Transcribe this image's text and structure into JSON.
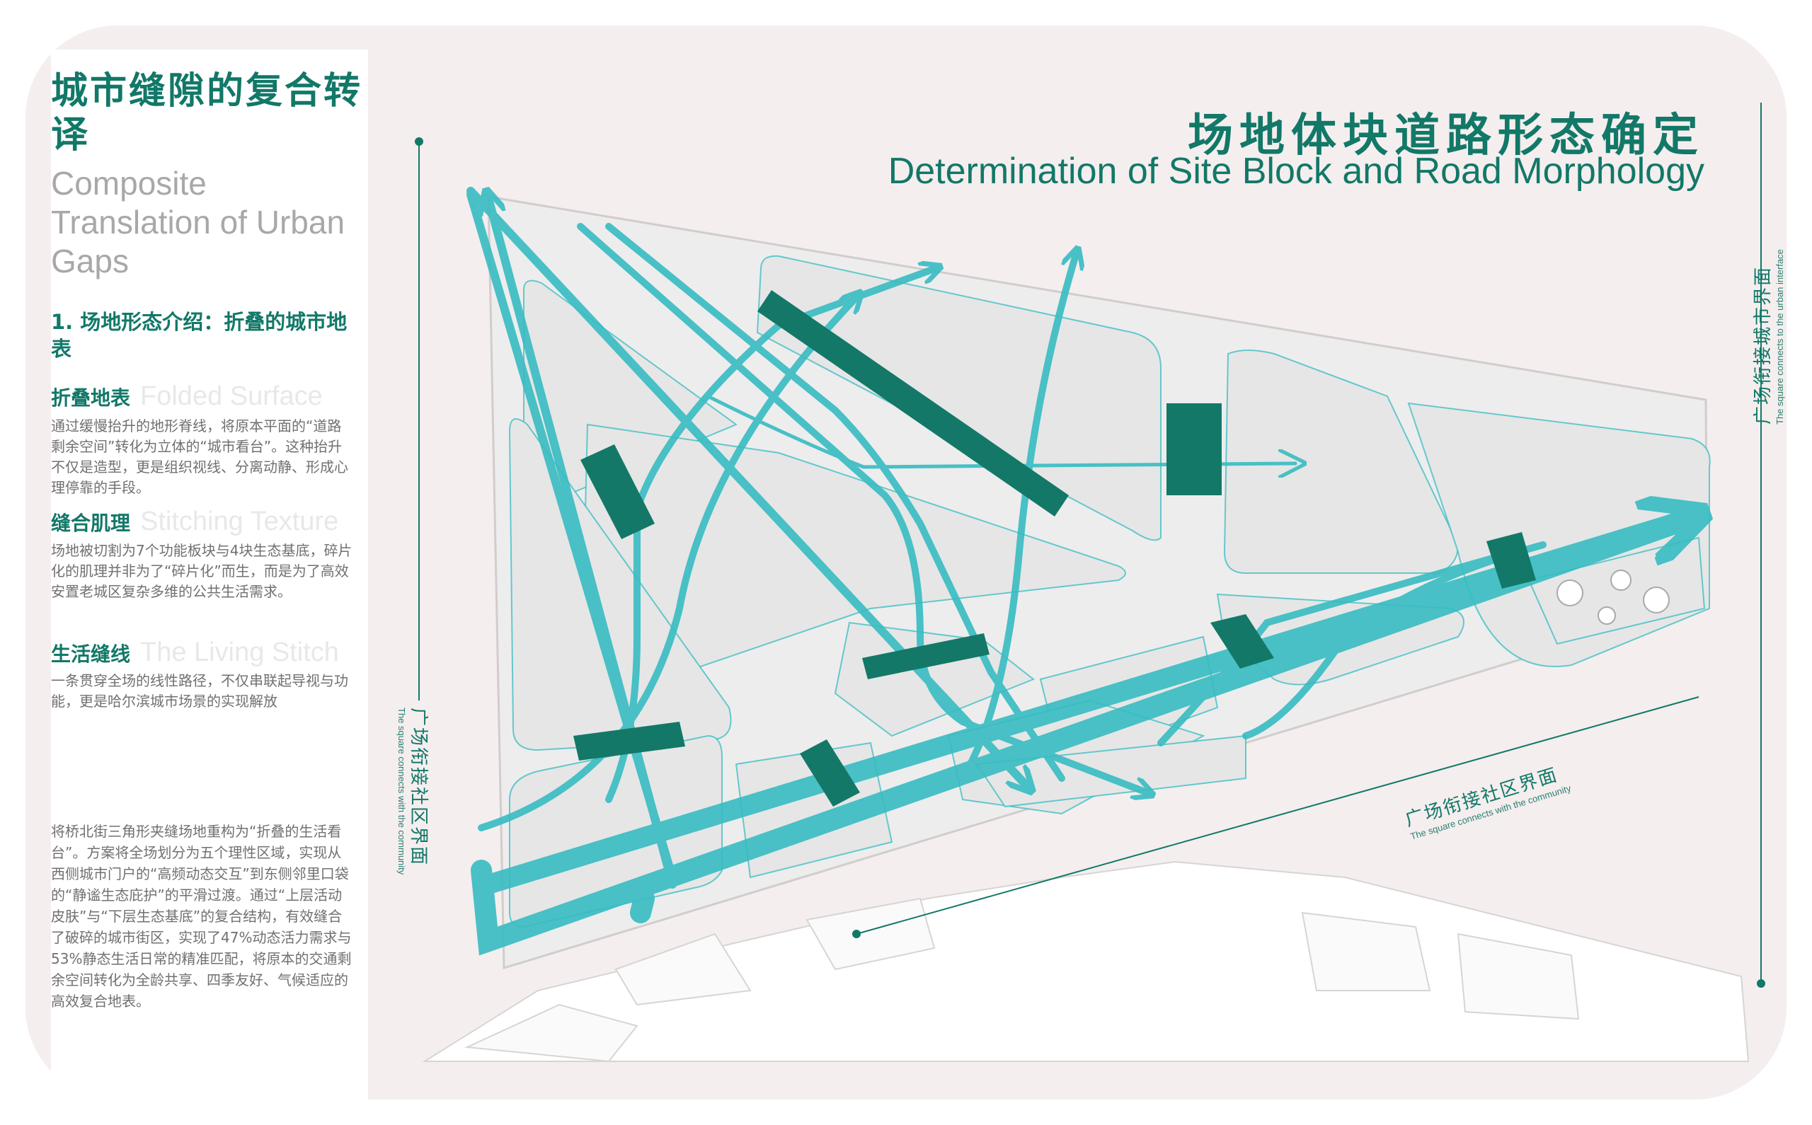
{
  "sidebar": {
    "title_cn": "城市缝隙的复合转译",
    "title_en": "Composite Translation of Urban Gaps",
    "section_heading": "1. 场地形态介绍：折叠的城市地表",
    "sub1_cn": "折叠地表",
    "sub1_en": "Folded Surface",
    "sub1_text": "通过缓慢抬升的地形脊线，将原本平面的“道路剩余空间”转化为立体的“城市看台”。这种抬升不仅是造型，更是组织视线、分离动静、形成心理停靠的手段。",
    "sub2_cn": "缝合肌理",
    "sub2_en": "Stitching Texture",
    "sub2_text": "场地被切割为7个功能板块与4块生态基底，碎片化的肌理并非为了“碎片化”而生，而是为了高效安置老城区复杂多维的公共生活需求。",
    "sub3_cn": "生活缝线",
    "sub3_en": "The Living Stitch",
    "sub3_text": "一条贯穿全场的线性路径，不仅串联起导视与功能，更是哈尔滨城市场景的实现解放",
    "summary": "将桥北街三角形夹缝场地重构为“折叠的生活看台”。方案将全场划分为五个理性区域，实现从西侧城市门户的“高频动态交互”到东侧邻里口袋的“静谧生态庇护”的平滑过渡。通过“上层活动皮肤”与“下层生态基底”的复合结构，有效缝合了破碎的城市街区，实现了47%动态活力需求与53%静态生活日常的精准匹配，将原本的交通剩余空间转化为全龄共享、四季友好、气候适应的高效复合地表。"
  },
  "header": {
    "title_cn": "场地体块道路形态确定",
    "title_en": "Determination of Site Block and Road Morphology"
  },
  "labels": {
    "right_cn": "广场衔接城市界面",
    "right_en": "The square connects to the urban interface",
    "left_cn": "广场衔接社区界面",
    "left_en": "The square connects with the community",
    "bottom_cn": "广场衔接社区界面",
    "bottom_en": "The square connects with the community"
  },
  "colors": {
    "accent": "#127868",
    "road": "#37bcc2",
    "crossing": "#137868",
    "background": "#f4eeee"
  },
  "icons": [
    "north-arrow-markers"
  ]
}
